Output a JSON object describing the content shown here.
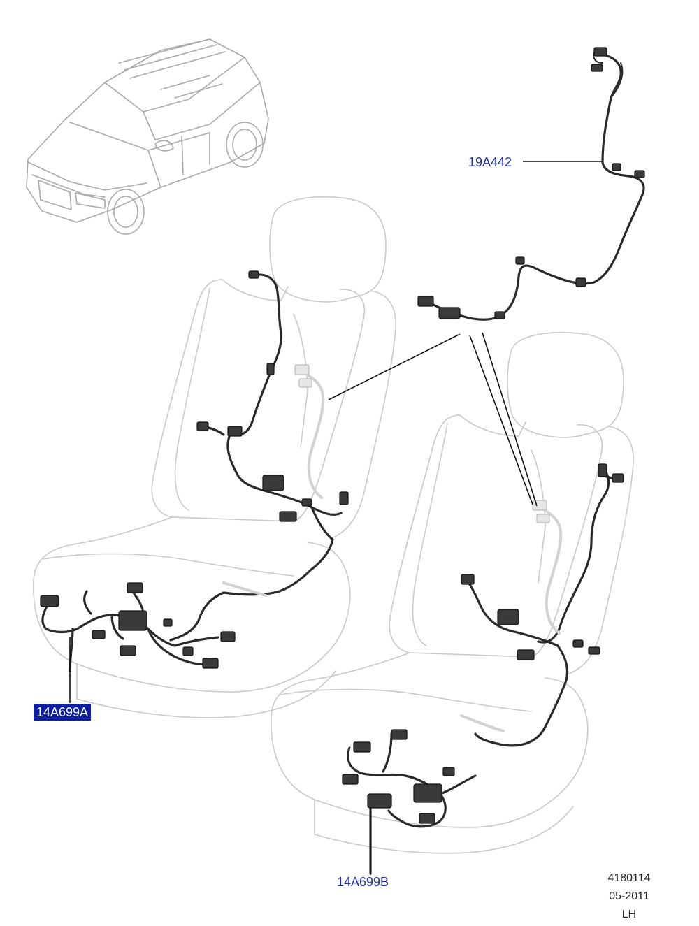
{
  "callouts": {
    "harness_upper": {
      "label": "19A442",
      "color": "#1f2fa8"
    },
    "harness_left": {
      "label": "14A699A",
      "color": "#ffffff",
      "highlight": "#0b1fa0",
      "selected": true
    },
    "harness_right": {
      "label": "14A699B",
      "color": "#1f2fa8"
    }
  },
  "footer": {
    "code": "4180114",
    "date": "05-2011",
    "side": "LH"
  },
  "icons": [
    "vehicle-overview-icon",
    "seat-icon",
    "wiring-harness-icon",
    "connector-icon"
  ]
}
